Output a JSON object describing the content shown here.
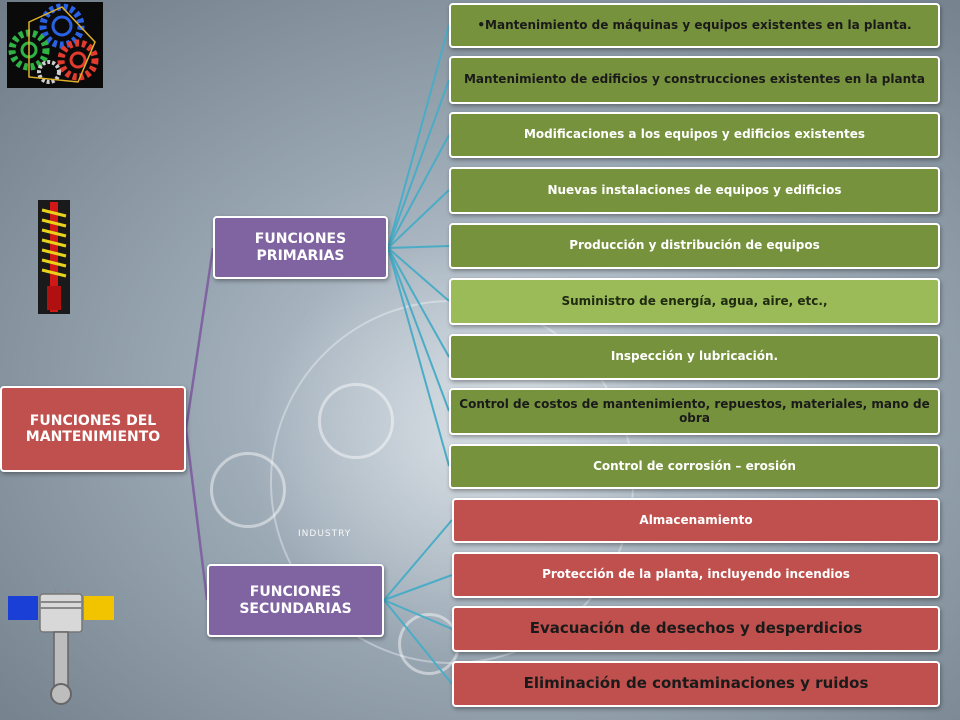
{
  "root": {
    "label": "FUNCIONES DEL MANTENIMIENTO"
  },
  "branches": [
    {
      "label": "FUNCIONES PRIMARIAS",
      "items": [
        "•Mantenimiento de máquinas y equipos existentes en la planta.",
        "Mantenimiento de edificios y construcciones existentes en la planta",
        "Modificaciones a los equipos y edificios existentes",
        "Nuevas instalaciones de equipos y edificios",
        "Producción y distribución de equipos",
        "Suministro de energía, agua, aire, etc.,",
        "Inspección y lubricación.",
        "Control de costos de mantenimiento, repuestos, materiales, mano de obra",
        "Control de corrosión – erosión"
      ]
    },
    {
      "label": "FUNCIONES SECUNDARIAS",
      "items": [
        "Almacenamiento",
        "Protección de la planta, incluyendo incendios",
        "Evacuación de desechos y desperdicios",
        "Eliminación de contaminaciones y ruidos"
      ]
    }
  ],
  "background_text": "INDUSTRY",
  "colors": {
    "root": "#c0504d",
    "branch": "#8064a2",
    "primary_item": "#77923c",
    "primary_item_highlight": "#9bbb59",
    "secondary_item": "#c0504d",
    "root_connector": "#8064a2",
    "item_connector": "#4bacc6"
  },
  "icons": [
    "gears-icon",
    "spring-icon",
    "piston-icon"
  ]
}
